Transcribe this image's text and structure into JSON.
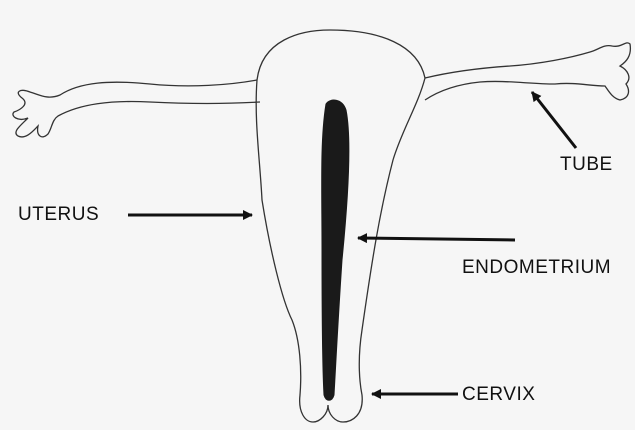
{
  "diagram": {
    "labels": {
      "tube": "TUBE",
      "uterus": "UTERUS",
      "endometrium": "ENDOMETRIUM",
      "cervix": "CERVIX"
    },
    "colors": {
      "background": "#f6f6f6",
      "outline": "#333333",
      "endometrium": "#1a1a1a",
      "arrow": "#111111",
      "text": "#111111"
    }
  }
}
